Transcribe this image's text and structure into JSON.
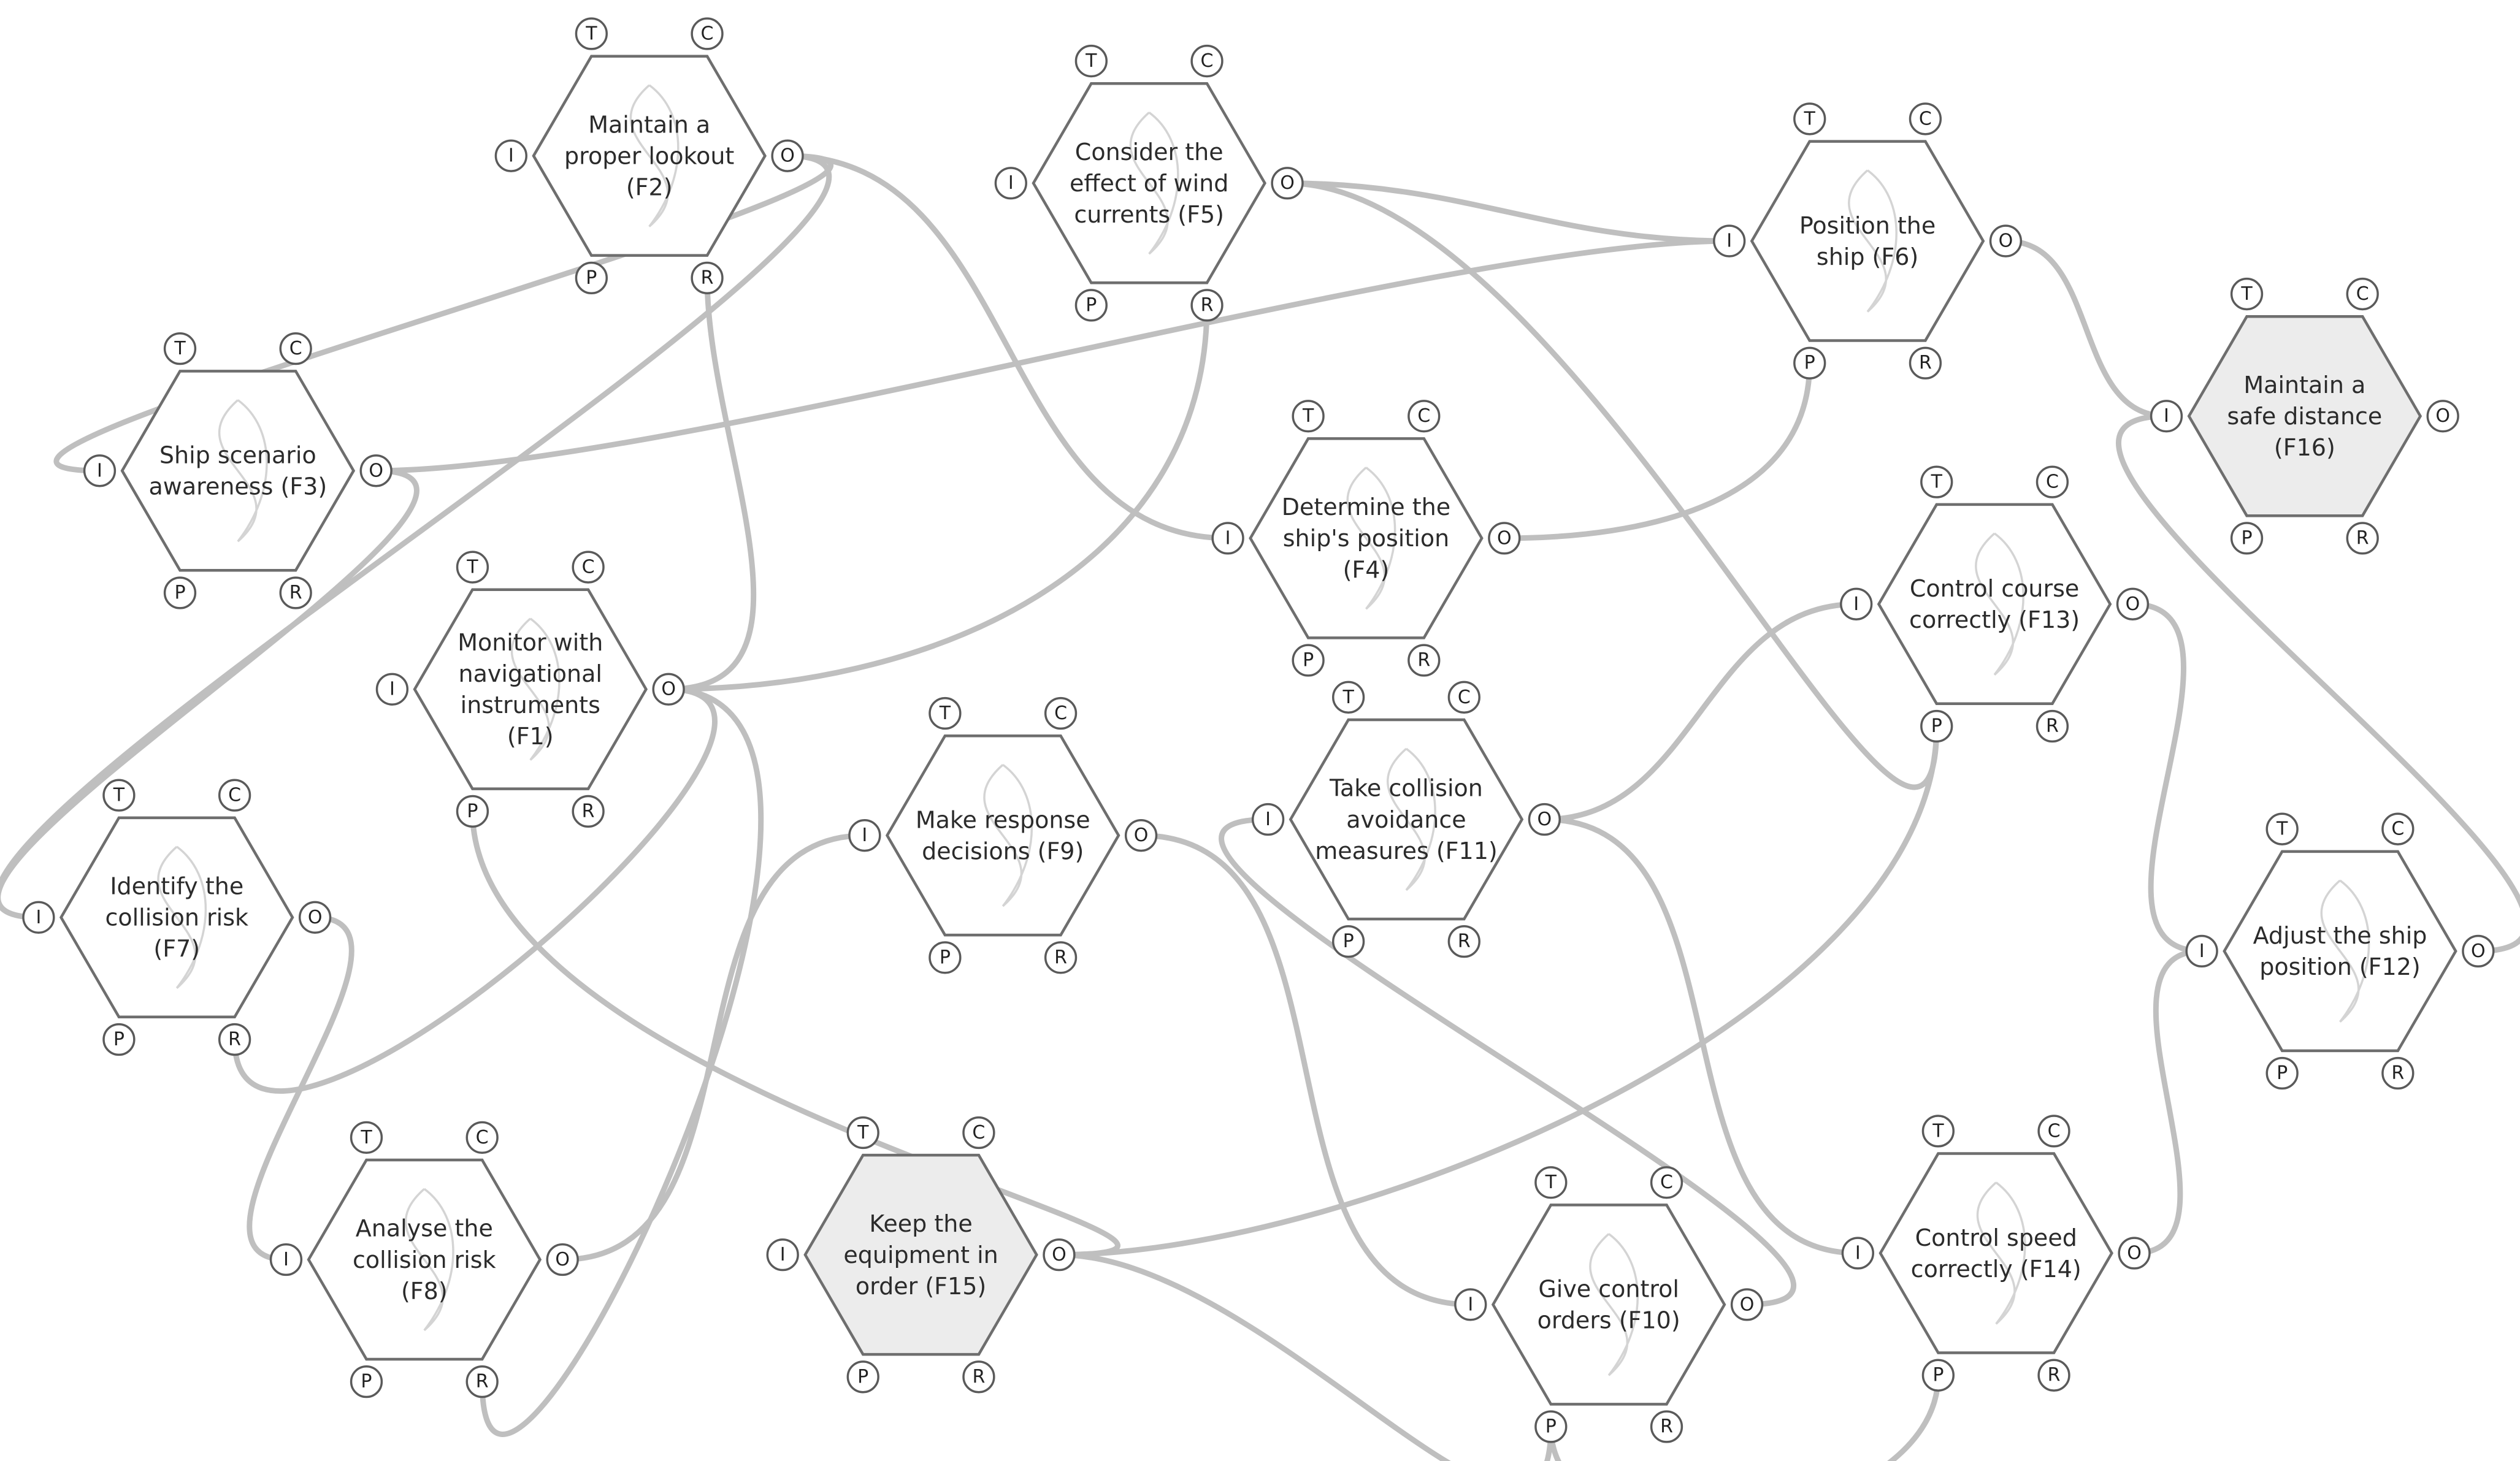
{
  "functions": [
    {
      "id": "F2",
      "label_lines": [
        "Maintain a",
        "proper lookout",
        "(F2)"
      ],
      "background": false
    },
    {
      "id": "F5",
      "label_lines": [
        "Consider the",
        "effect of wind",
        "currents (F5)"
      ],
      "background": false
    },
    {
      "id": "F6",
      "label_lines": [
        "Position the",
        "ship (F6)"
      ],
      "background": false
    },
    {
      "id": "F16",
      "label_lines": [
        "Maintain a",
        "safe distance",
        "(F16)"
      ],
      "background": true
    },
    {
      "id": "F3",
      "label_lines": [
        "Ship scenario",
        "awareness (F3)"
      ],
      "background": false
    },
    {
      "id": "F4",
      "label_lines": [
        "Determine the",
        "ship's position",
        "(F4)"
      ],
      "background": false
    },
    {
      "id": "F13",
      "label_lines": [
        "Control course",
        "correctly (F13)"
      ],
      "background": false
    },
    {
      "id": "F1",
      "label_lines": [
        "Monitor with",
        "navigational",
        "instruments",
        "(F1)"
      ],
      "background": false
    },
    {
      "id": "F9",
      "label_lines": [
        "Make response",
        "decisions (F9)"
      ],
      "background": false
    },
    {
      "id": "F11",
      "label_lines": [
        "Take collision",
        "avoidance",
        "measures (F11)"
      ],
      "background": false
    },
    {
      "id": "F7",
      "label_lines": [
        "Identify the",
        "collision risk",
        "(F7)"
      ],
      "background": false
    },
    {
      "id": "F12",
      "label_lines": [
        "Adjust the ship",
        "position (F12)"
      ],
      "background": false
    },
    {
      "id": "F8",
      "label_lines": [
        "Analyse the",
        "collision risk",
        "(F8)"
      ],
      "background": false
    },
    {
      "id": "F15",
      "label_lines": [
        "Keep the",
        "equipment in",
        "order (F15)"
      ],
      "background": true
    },
    {
      "id": "F10",
      "label_lines": [
        "Give control",
        "orders (F10)"
      ],
      "background": false
    },
    {
      "id": "F14",
      "label_lines": [
        "Control speed",
        "correctly (F14)"
      ],
      "background": false
    }
  ],
  "aspects": [
    "T",
    "C",
    "I",
    "O",
    "P",
    "R"
  ],
  "couplings": [
    {
      "from": "F2",
      "from_aspect": "O",
      "to": "F4",
      "to_aspect": "I"
    },
    {
      "from": "F2",
      "from_aspect": "O",
      "to": "F3",
      "to_aspect": "I"
    },
    {
      "from": "F2",
      "from_aspect": "O",
      "to": "F7",
      "to_aspect": "I"
    },
    {
      "from": "F5",
      "from_aspect": "O",
      "to": "F6",
      "to_aspect": "I"
    },
    {
      "from": "F5",
      "from_aspect": "O",
      "to": "F13",
      "to_aspect": "P"
    },
    {
      "from": "F6",
      "from_aspect": "O",
      "to": "F16",
      "to_aspect": "I"
    },
    {
      "from": "F16",
      "from_aspect": "I",
      "to": "F12",
      "to_aspect": "O"
    },
    {
      "from": "F3",
      "from_aspect": "O",
      "to": "F6",
      "to_aspect": "I"
    },
    {
      "from": "F3",
      "from_aspect": "O",
      "to": "F7",
      "to_aspect": "I"
    },
    {
      "from": "F4",
      "from_aspect": "O",
      "to": "F6",
      "to_aspect": "P"
    },
    {
      "from": "F13",
      "from_aspect": "O",
      "to": "F12",
      "to_aspect": "I"
    },
    {
      "from": "F1",
      "from_aspect": "O",
      "to": "F2",
      "to_aspect": "R"
    },
    {
      "from": "F1",
      "from_aspect": "O",
      "to": "F5",
      "to_aspect": "R"
    },
    {
      "from": "F1",
      "from_aspect": "O",
      "to": "F7",
      "to_aspect": "R"
    },
    {
      "from": "F1",
      "from_aspect": "O",
      "to": "F8",
      "to_aspect": "R"
    },
    {
      "from": "F1",
      "from_aspect": "P",
      "to": "F15",
      "to_aspect": "O"
    },
    {
      "from": "F9",
      "from_aspect": "O",
      "to": "F10",
      "to_aspect": "I"
    },
    {
      "from": "F8",
      "from_aspect": "O",
      "to": "F9",
      "to_aspect": "I"
    },
    {
      "from": "F7",
      "from_aspect": "O",
      "to": "F8",
      "to_aspect": "I"
    },
    {
      "from": "F11",
      "from_aspect": "O",
      "to": "F13",
      "to_aspect": "I"
    },
    {
      "from": "F11",
      "from_aspect": "O",
      "to": "F14",
      "to_aspect": "I"
    },
    {
      "from": "F11",
      "from_aspect": "I",
      "to": "F10",
      "to_aspect": "O"
    },
    {
      "from": "F15",
      "from_aspect": "O",
      "to": "F13",
      "to_aspect": "P"
    },
    {
      "from": "F15",
      "from_aspect": "O",
      "to": "F10",
      "to_aspect": "P"
    },
    {
      "from": "F10",
      "from_aspect": "P",
      "to": "F14",
      "to_aspect": "P"
    },
    {
      "from": "F14",
      "from_aspect": "O",
      "to": "F12",
      "to_aspect": "I"
    }
  ]
}
